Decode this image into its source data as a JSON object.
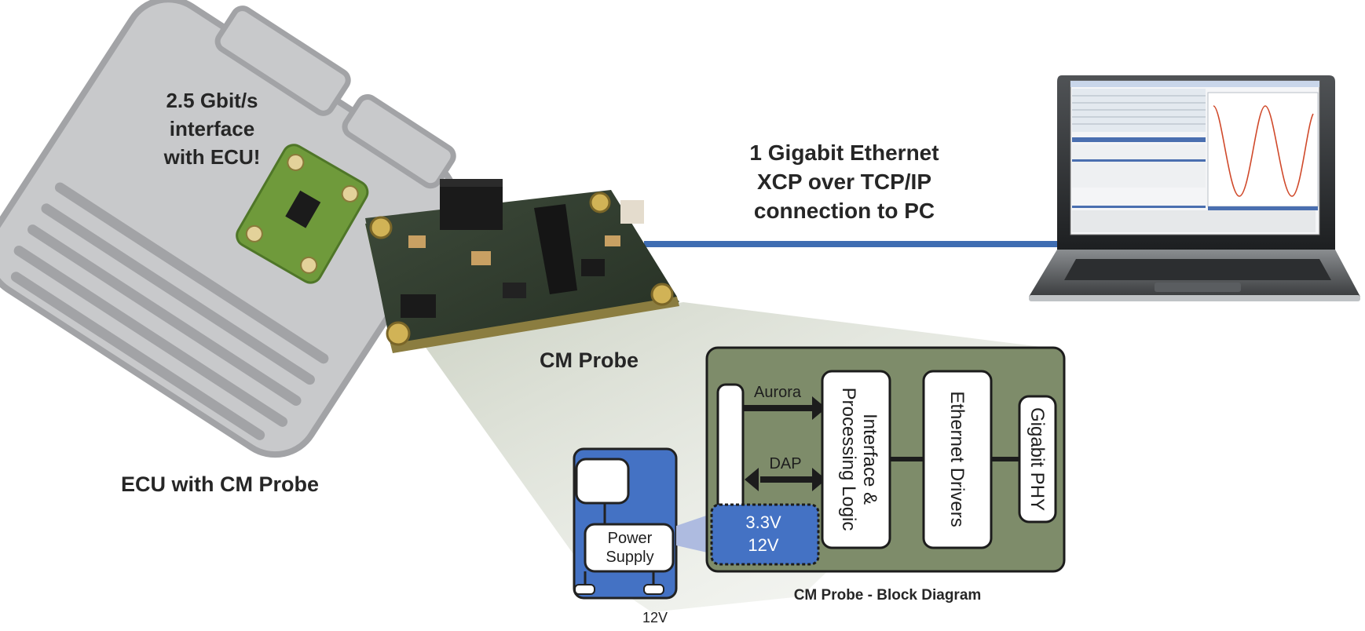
{
  "ecu": {
    "callout_line1": "2.5 Gbit/s",
    "callout_line2": "interface",
    "callout_line3": "with ECU!",
    "caption": "ECU with CM Probe"
  },
  "probe": {
    "caption": "CM Probe"
  },
  "link": {
    "line1": "1 Gigabit Ethernet",
    "line2": "XCP over TCP/IP",
    "line3": "connection to PC",
    "color": "#3f6db2"
  },
  "block_diagram": {
    "caption": "CM Probe - Block Diagram",
    "aurora_label": "Aurora",
    "dap_label": "DAP",
    "interface_line1": "Interface &",
    "interface_line2": "Processing Logic",
    "ethernet_label": "Ethernet Drivers",
    "phy_label": "Gigabit PHY",
    "power_line1": "3.3V",
    "power_line2": "12V",
    "board_color": "#7e8c6a",
    "power_color": "#4472c4"
  },
  "power_supply": {
    "label_line1": "Power",
    "label_line2": "Supply",
    "input_label": "12V",
    "color": "#4472c4"
  },
  "icons": [
    "ecu-housing-icon",
    "probe-board-icon",
    "laptop-icon"
  ]
}
